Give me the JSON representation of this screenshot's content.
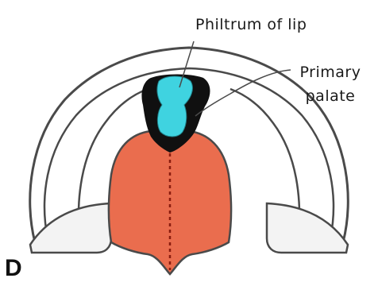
{
  "diagram": {
    "panel_letter": "D",
    "labels": {
      "philtrum": "Philtrum of lip",
      "primary_palate_line1": "Primary",
      "primary_palate_line2": "palate"
    },
    "colors": {
      "outline": "#4a4a4a",
      "fill_light": "#f3f3f3",
      "philtrum_fill": "#3fd3e0",
      "primary_palate_dark": "#101010",
      "secondary_palate_fill": "#ea6d4e",
      "midline": "#8a1c0e"
    }
  }
}
